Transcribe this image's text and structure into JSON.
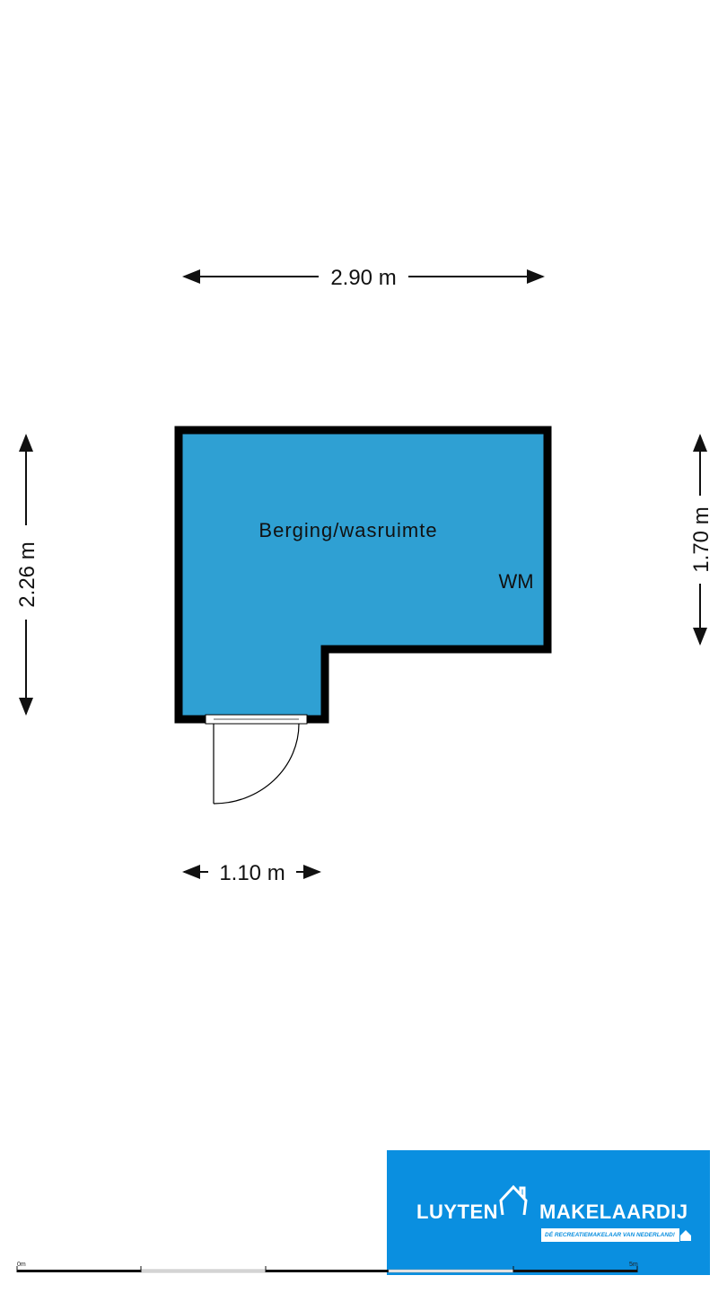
{
  "room": {
    "name": "Berging/wasruimte",
    "appliance": "WM",
    "fill_color": "#2fa0d3"
  },
  "dimensions": {
    "top": "2.90 m",
    "left": "2.26 m",
    "right": "1.70 m",
    "bottom": "1.10 m"
  },
  "logo": {
    "left_word": "LUYTEN",
    "right_word": "MAKELAARDIJ",
    "tagline": "DÉ RECREATIEMAKELAAR VAN NEDERLAND!",
    "color": "#0a8fe0"
  },
  "scale_bar": {
    "start_label": "0m",
    "end_label": "5m"
  }
}
